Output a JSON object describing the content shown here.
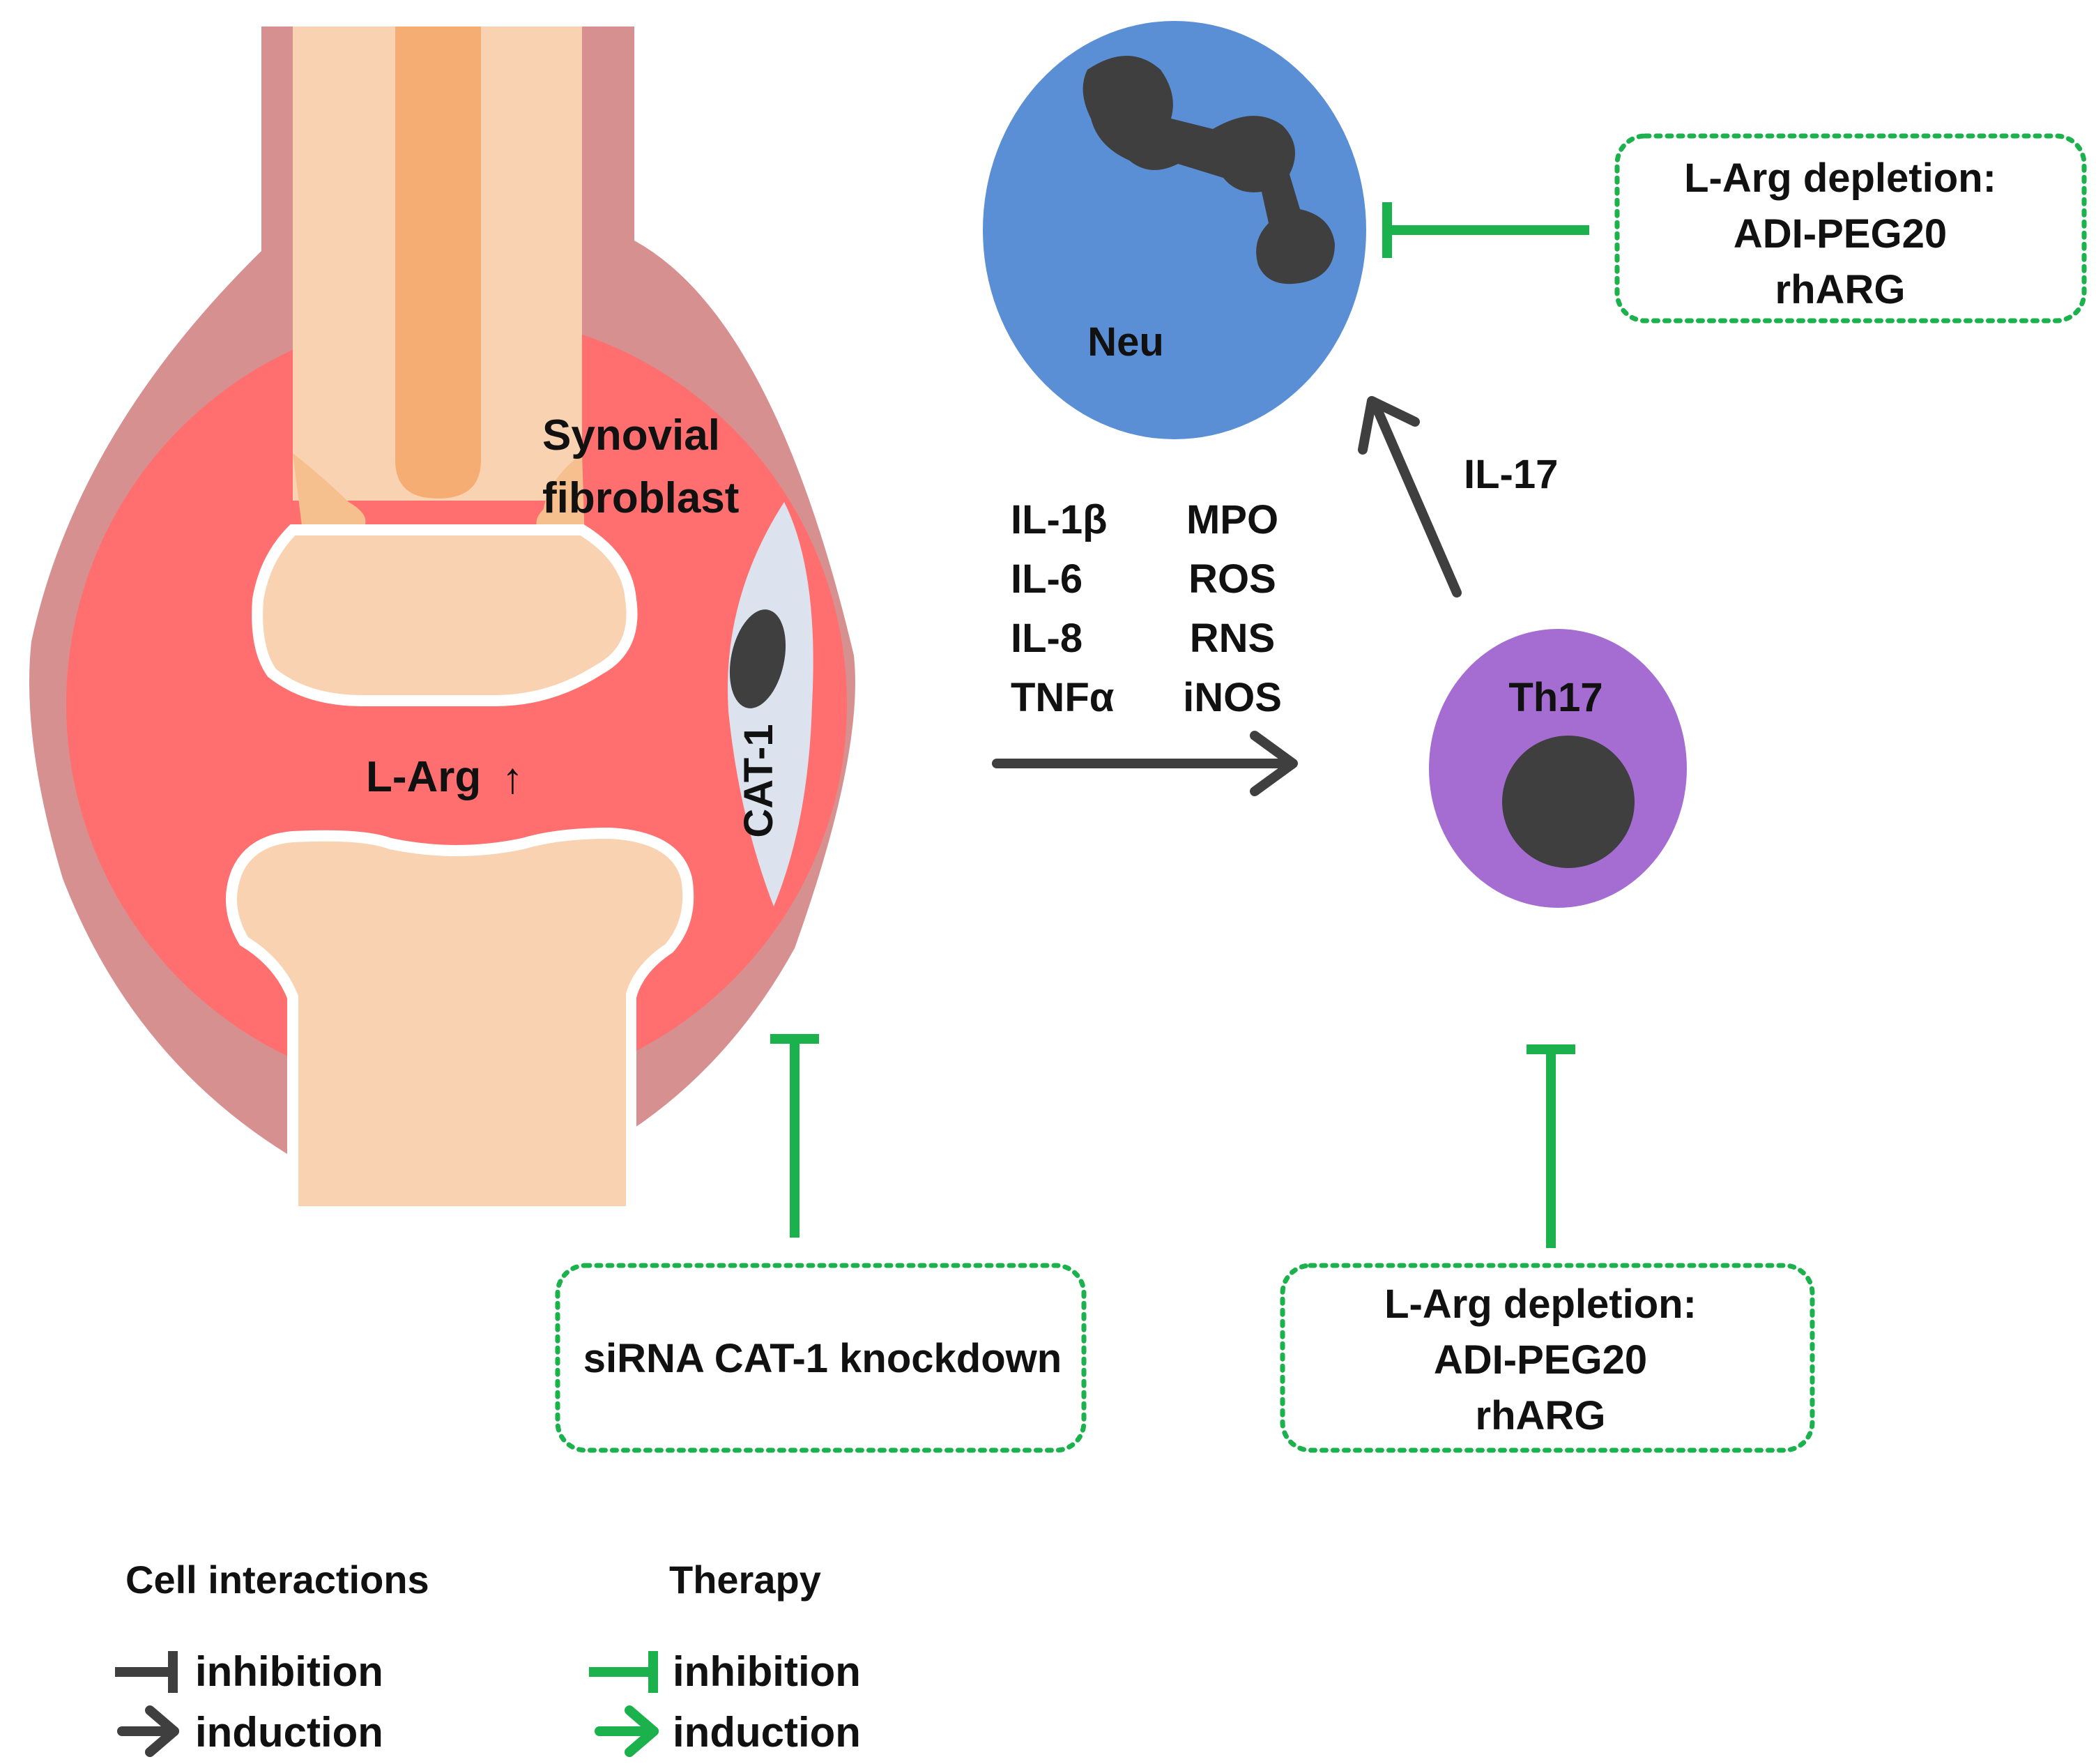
{
  "joint": {
    "synovial_fibroblast_line1": "Synovial",
    "synovial_fibroblast_line2": "fibroblast",
    "l_arg_label": "L-Arg",
    "l_arg_arrow": "↑",
    "cat1_label": "CAT-1"
  },
  "mediators": {
    "left_column": [
      "IL-1β",
      "IL-6",
      "IL-8",
      "TNFα"
    ],
    "right_column": [
      "MPO",
      "ROS",
      "RNS",
      "iNOS"
    ]
  },
  "cells": {
    "neu_label": "Neu",
    "th17_label": "Th17",
    "il17_label": "IL-17"
  },
  "therapy_boxes": {
    "neu_box": {
      "line1": "L-Arg depletion:",
      "line2": "ADI-PEG20",
      "line3": "rhARG"
    },
    "th17_box": {
      "line1": "L-Arg depletion:",
      "line2": "ADI-PEG20",
      "line3": "rhARG"
    },
    "joint_box": {
      "line1": "siRNA CAT-1 knockdown"
    }
  },
  "legend": {
    "cell_interactions_title": "Cell interactions",
    "therapy_title": "Therapy",
    "inhibition": "inhibition",
    "induction": "induction"
  },
  "colors": {
    "capsule": "#d79090",
    "synovium": "#ff6f6f",
    "bone": "#f9d2b1",
    "marrow": "#f6ad74",
    "osteophyte": "#f5bf8e",
    "fibroblast": "#dce3ef",
    "nucleus": "#3f3f3f",
    "neutrophil": "#5a8fd5",
    "th17": "#a56dd2",
    "arrow_dark": "#3f3f3f",
    "therapy_green": "#1bb14c"
  }
}
